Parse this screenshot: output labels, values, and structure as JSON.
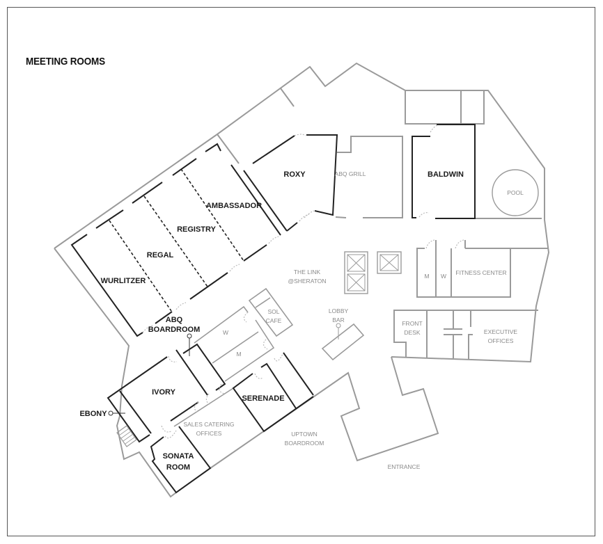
{
  "title": "MEETING ROOMS",
  "colors": {
    "wall": "#9a9a9a",
    "meeting_room_wall": "#222222",
    "label_dark": "#1a1a1a",
    "label_grey": "#8a8a8a"
  },
  "meeting_rooms": {
    "roxy": "ROXY",
    "baldwin": "BALDWIN",
    "ambassador": "AMBASSADOR",
    "registry": "REGISTRY",
    "regal": "REGAL",
    "wurlitzer": "WURLITZER",
    "abq_boardroom": [
      "ABQ",
      "BOARDROOM"
    ],
    "ivory": "IVORY",
    "ebony": "EBONY",
    "serenade": "SERENADE",
    "sonata_room": [
      "SONATA",
      "ROOM"
    ]
  },
  "facilities": {
    "abq_grill": "ABQ GRILL",
    "pool": "POOL",
    "the_link": [
      "THE LINK",
      "@SHERATON"
    ],
    "sol_cafe": [
      "SOL",
      "CAFE"
    ],
    "lobby_bar": [
      "LOBBY",
      "BAR"
    ],
    "restroom_w": "W",
    "restroom_m": "M",
    "fitness_m": "M",
    "fitness_w": "W",
    "fitness_center": "FITNESS CENTER",
    "front_desk": [
      "FRONT",
      "DESK"
    ],
    "executive_offices": [
      "EXECUTIVE",
      "OFFICES"
    ],
    "sales_catering": [
      "SALES CATERING",
      "OFFICES"
    ],
    "uptown_boardroom": [
      "UPTOWN",
      "BOARDROOM"
    ],
    "entrance": "ENTRANCE"
  }
}
